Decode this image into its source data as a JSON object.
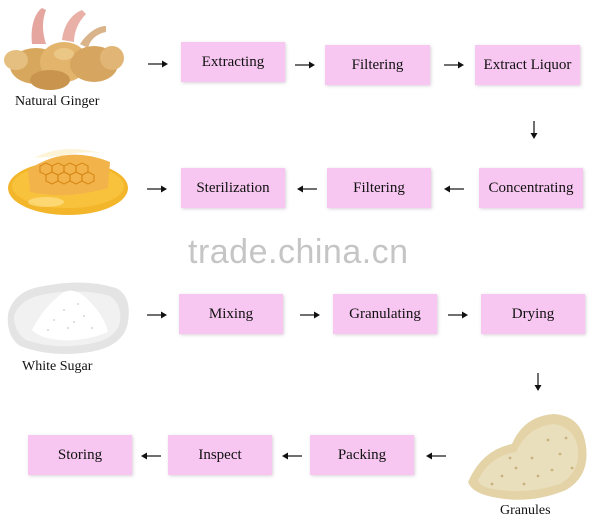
{
  "watermark": "trade.china.cn",
  "rows": [
    {
      "input": {
        "caption": "Natural Ginger",
        "icon": "ginger-image"
      },
      "steps": [
        "Extracting",
        "Filtering",
        "Extract Liquor"
      ]
    },
    {
      "input": {
        "caption": "",
        "icon": "honeycomb-image"
      },
      "steps": [
        "Concentrating",
        "Filtering",
        "Sterilization"
      ]
    },
    {
      "input": {
        "caption": "White Sugar",
        "icon": "sugar-image"
      },
      "steps": [
        "Mixing",
        "Granulating",
        "Drying"
      ]
    },
    {
      "input": {
        "caption": "Granules",
        "icon": "granules-image"
      },
      "steps": [
        "Packing",
        "Inspect",
        "Storing"
      ]
    }
  ],
  "colors": {
    "box_fill": "#f7c7f1",
    "arrow": "#111111"
  }
}
